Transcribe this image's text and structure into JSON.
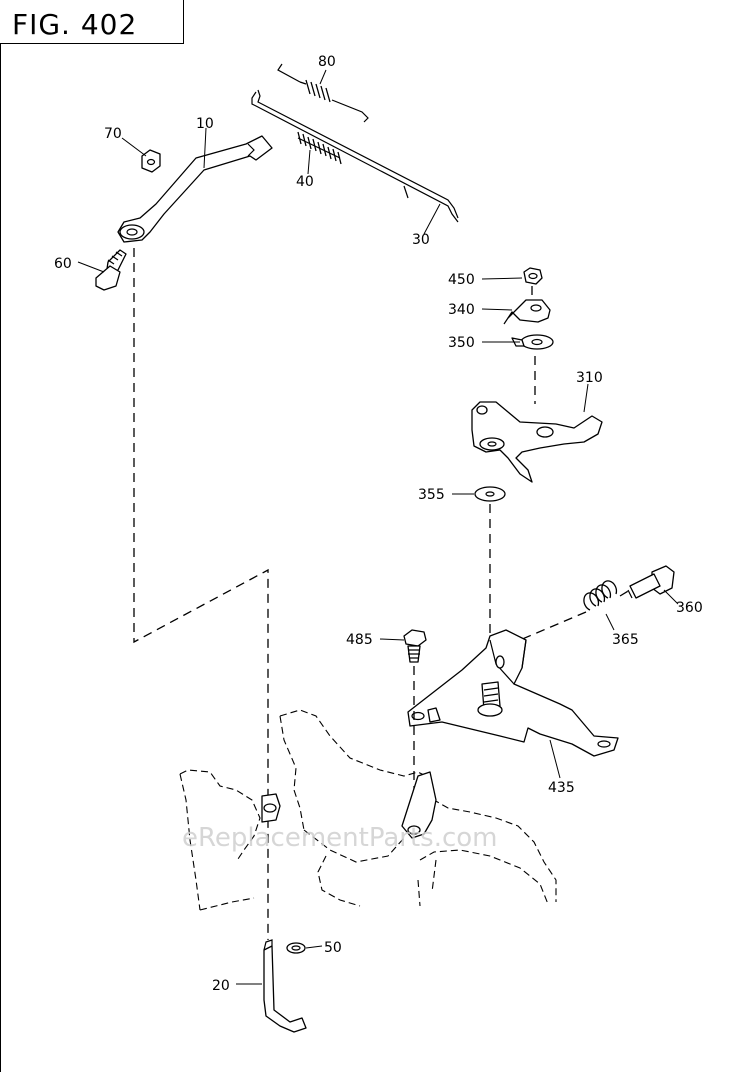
{
  "figure": {
    "title": "FIG.  402"
  },
  "watermark": "eReplacementParts.com",
  "callouts": {
    "c10": "10",
    "c20": "20",
    "c30": "30",
    "c40": "40",
    "c50": "50",
    "c60": "60",
    "c70": "70",
    "c80": "80",
    "c310": "310",
    "c340": "340",
    "c350": "350",
    "c355": "355",
    "c360": "360",
    "c365": "365",
    "c435": "435",
    "c450": "450",
    "c485": "485"
  }
}
